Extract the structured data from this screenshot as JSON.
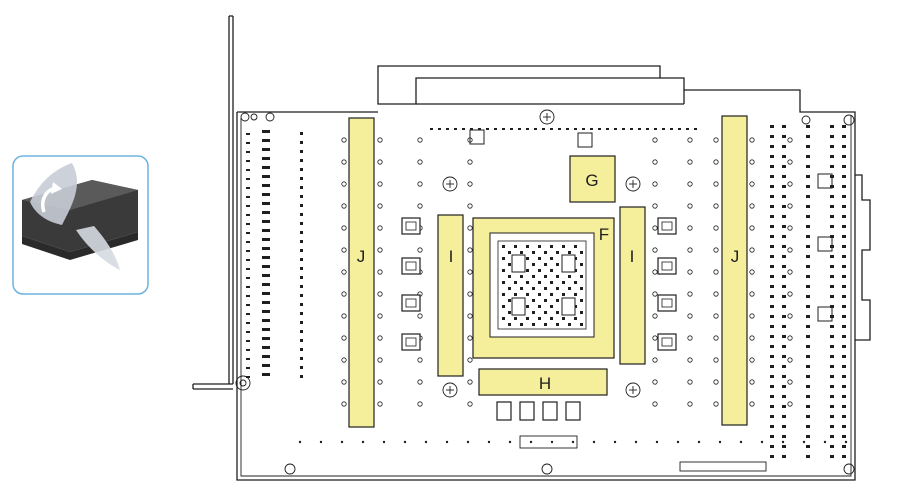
{
  "inset": {
    "icon": "peel-thermal-pad-icon",
    "border_color": "#6db3e0"
  },
  "colors": {
    "pad_fill": "#f5ee9a",
    "line": "#1f1f1f"
  },
  "pads": [
    {
      "id": "J-left",
      "label": "J"
    },
    {
      "id": "I-left",
      "label": "I"
    },
    {
      "id": "F",
      "label": "F"
    },
    {
      "id": "G",
      "label": "G"
    },
    {
      "id": "I-right",
      "label": "I"
    },
    {
      "id": "H",
      "label": "H"
    },
    {
      "id": "J-right",
      "label": "J"
    }
  ]
}
